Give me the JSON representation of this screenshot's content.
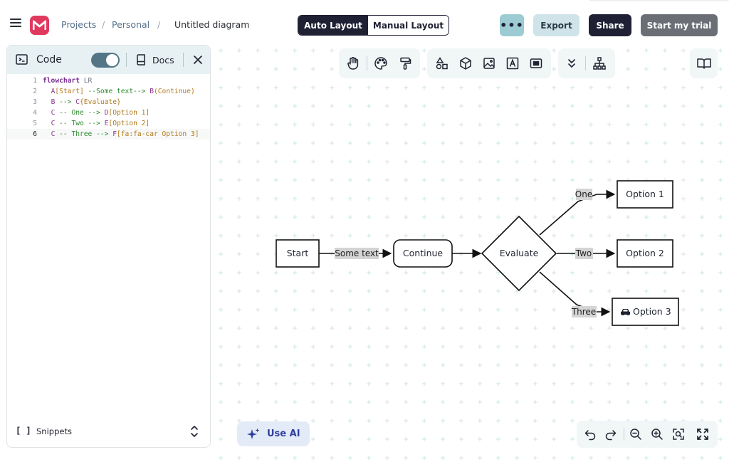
{
  "header": {
    "breadcrumb": [
      "Projects",
      "Personal"
    ],
    "separator": "/",
    "doc_title": "Untitled diagram",
    "layout_auto": "Auto Layout",
    "layout_manual": "Manual Layout",
    "more": "•••",
    "export": "Export",
    "share": "Share",
    "trial": "Start my trial"
  },
  "panel": {
    "title": "Code",
    "docs": "Docs",
    "code_lines": [
      {
        "n": "1",
        "text": "flowchart LR"
      },
      {
        "n": "2",
        "text": "  A[Start] --Some text--> B(Continue)"
      },
      {
        "n": "3",
        "text": "  B --> C{Evaluate}"
      },
      {
        "n": "4",
        "text": "  C -- One --> D[Option 1]"
      },
      {
        "n": "5",
        "text": "  C -- Two --> E[Option 2]"
      },
      {
        "n": "6",
        "text": "  C -- Three --> F[fa:fa-car Option 3]"
      }
    ],
    "snippets_icon": "[ ]",
    "snippets_label": "Snippets"
  },
  "diagram": {
    "nodes": {
      "start": "Start",
      "continue": "Continue",
      "evaluate": "Evaluate",
      "option1": "Option 1",
      "option2": "Option 2",
      "option3": "Option 3"
    },
    "edge_labels": {
      "some_text": "Some text",
      "one": "One",
      "two": "Two",
      "three": "Three"
    }
  },
  "ai_button": "Use AI",
  "colors": {
    "brand": "#e0385f",
    "navy": "#1f2034",
    "accent_teal": "#9ccbd4",
    "edge_label_bg": "#d4d4d4",
    "ai_text": "#2f3f9e"
  },
  "icons": [
    "hand-icon",
    "palette-icon",
    "paint-roller-icon",
    "shapes-icon",
    "cube-icon",
    "image-icon",
    "text-box-icon",
    "frame-icon",
    "double-chevron-down-icon",
    "hierarchy-icon",
    "book-icon",
    "undo-icon",
    "redo-icon",
    "zoom-out-icon",
    "zoom-in-icon",
    "fit-view-icon",
    "fullscreen-icon",
    "car-icon",
    "sparkles-icon"
  ]
}
